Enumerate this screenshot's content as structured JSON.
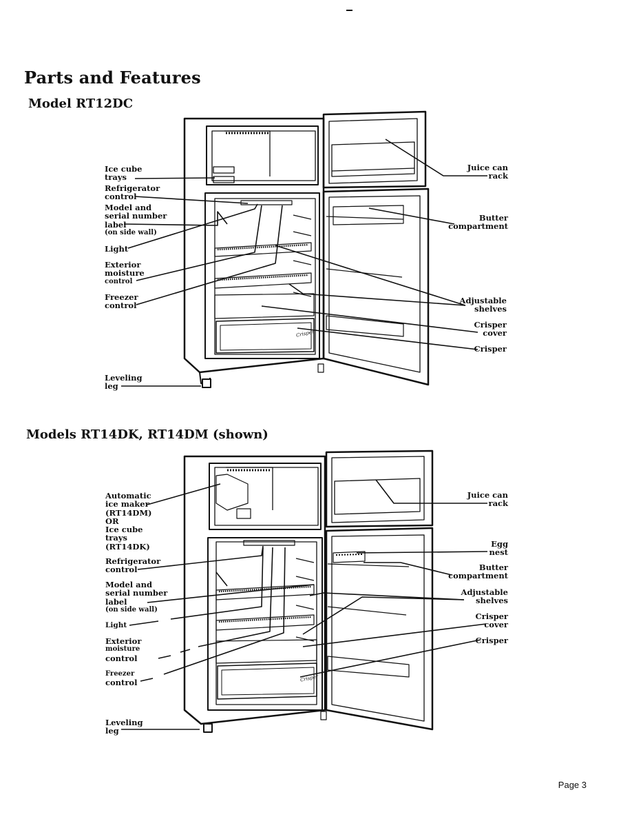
{
  "page": {
    "title": "Parts and Features",
    "page_number": "Page 3"
  },
  "figure1": {
    "heading": "Model RT12DC",
    "crisper_logo": "Crisper",
    "labels_left": [
      {
        "lines": [
          "Ice cube",
          "trays"
        ]
      },
      {
        "lines": [
          "Refrigerator",
          "control"
        ]
      },
      {
        "lines": [
          "Model and",
          "serial number",
          "label",
          "(on side wall)"
        ]
      },
      {
        "lines": [
          "Light"
        ]
      },
      {
        "lines": [
          "Exterior",
          "moisture",
          "control"
        ]
      },
      {
        "lines": [
          "Freezer",
          "control"
        ]
      },
      {
        "lines": [
          "Leveling",
          "leg"
        ]
      }
    ],
    "labels_right": [
      {
        "lines": [
          "Juice can",
          "rack"
        ]
      },
      {
        "lines": [
          "Butter",
          "compartment"
        ]
      },
      {
        "lines": [
          "Adjustable",
          "shelves"
        ]
      },
      {
        "lines": [
          "Crisper",
          "cover"
        ]
      },
      {
        "lines": [
          "Crisper"
        ]
      }
    ]
  },
  "figure2": {
    "heading": "Models RT14DK, RT14DM (shown)",
    "crisper_logo": "Crisper",
    "labels_left": [
      {
        "lines": [
          "Automatic",
          "ice maker",
          "(RT14DM)",
          "OR",
          "Ice cube",
          "trays",
          "(RT14DK)"
        ]
      },
      {
        "lines": [
          "Refrigerator",
          "control"
        ]
      },
      {
        "lines": [
          "Model and",
          "serial number",
          "label",
          "(on side wall)"
        ]
      },
      {
        "lines": [
          "Light"
        ]
      },
      {
        "lines": [
          "Exterior",
          "moisture",
          "control"
        ]
      },
      {
        "lines": [
          "Freezer",
          "control"
        ]
      },
      {
        "lines": [
          "Leveling",
          "leg"
        ]
      }
    ],
    "labels_right": [
      {
        "lines": [
          "Juice can",
          "rack"
        ]
      },
      {
        "lines": [
          "Egg",
          "nest"
        ]
      },
      {
        "lines": [
          "Butter",
          "compartment"
        ]
      },
      {
        "lines": [
          "Adjustable",
          "shelves"
        ]
      },
      {
        "lines": [
          "Crisper",
          "cover"
        ]
      },
      {
        "lines": [
          "Crisper"
        ]
      }
    ]
  }
}
